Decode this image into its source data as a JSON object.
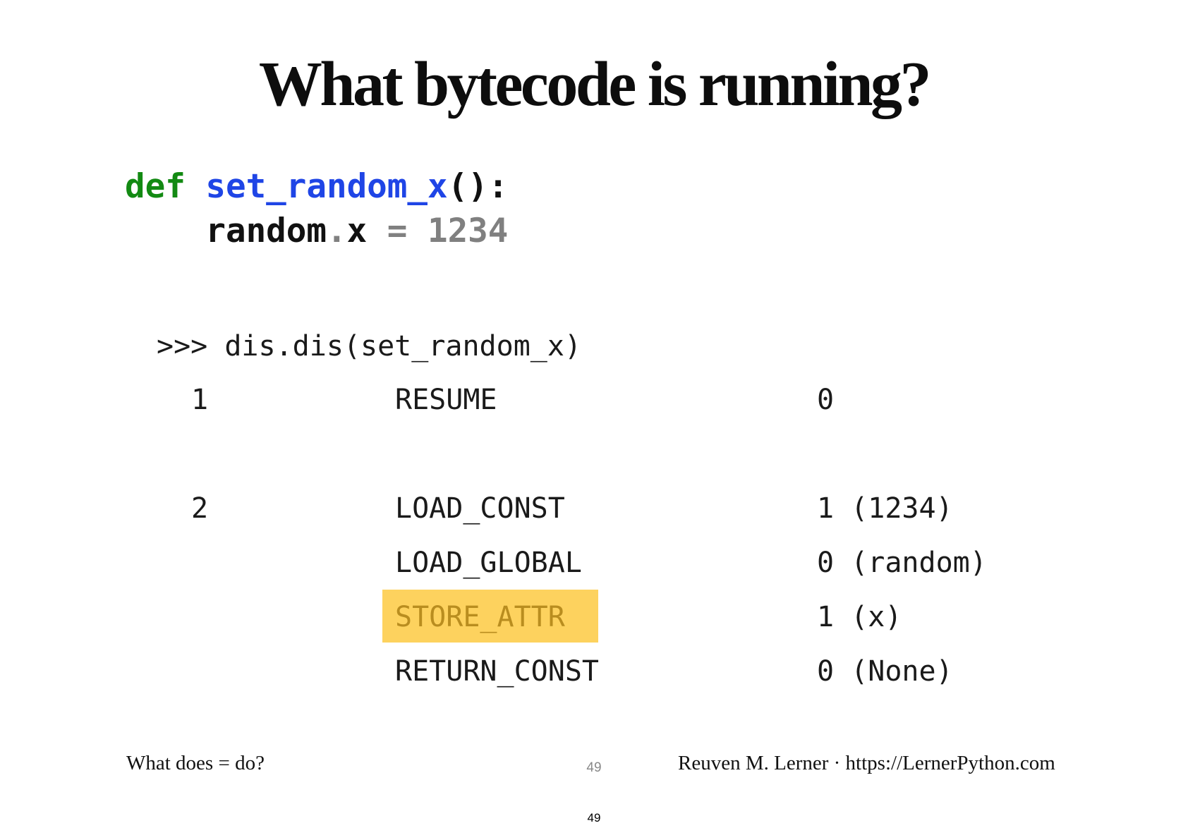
{
  "slide": {
    "title": "What bytecode is running?"
  },
  "code": {
    "line1": {
      "keyword": "def",
      "function": "set_random_x",
      "punct": "():"
    },
    "line2": {
      "object": "random",
      "dot": ".",
      "attribute": "x",
      "operator": "=",
      "value": "1234"
    }
  },
  "repl": {
    "prompt": ">>>",
    "command": "dis.dis(set_random_x)"
  },
  "disassembly": [
    {
      "line": "1",
      "opname": "RESUME",
      "arg": "0"
    },
    {
      "line": "2",
      "opname": "LOAD_CONST",
      "arg": "1 (1234)"
    },
    {
      "opname": "LOAD_GLOBAL",
      "arg": "0 (random)"
    },
    {
      "opname": "STORE_ATTR",
      "arg": "1 (x)",
      "highlighted": true
    },
    {
      "opname": "RETURN_CONST",
      "arg": "0 (None)"
    }
  ],
  "footer": {
    "left": "What does = do?",
    "page": "49",
    "right": "Reuven M. Lerner · https://LernerPython.com"
  },
  "page_number": "49",
  "colors": {
    "keyword": "#138a13",
    "function": "#1f45e6",
    "muted": "#808080",
    "text": "#111111",
    "highlight": "#fdd25e",
    "highlight_text": "#b98d1f",
    "page_number": "#888888"
  }
}
